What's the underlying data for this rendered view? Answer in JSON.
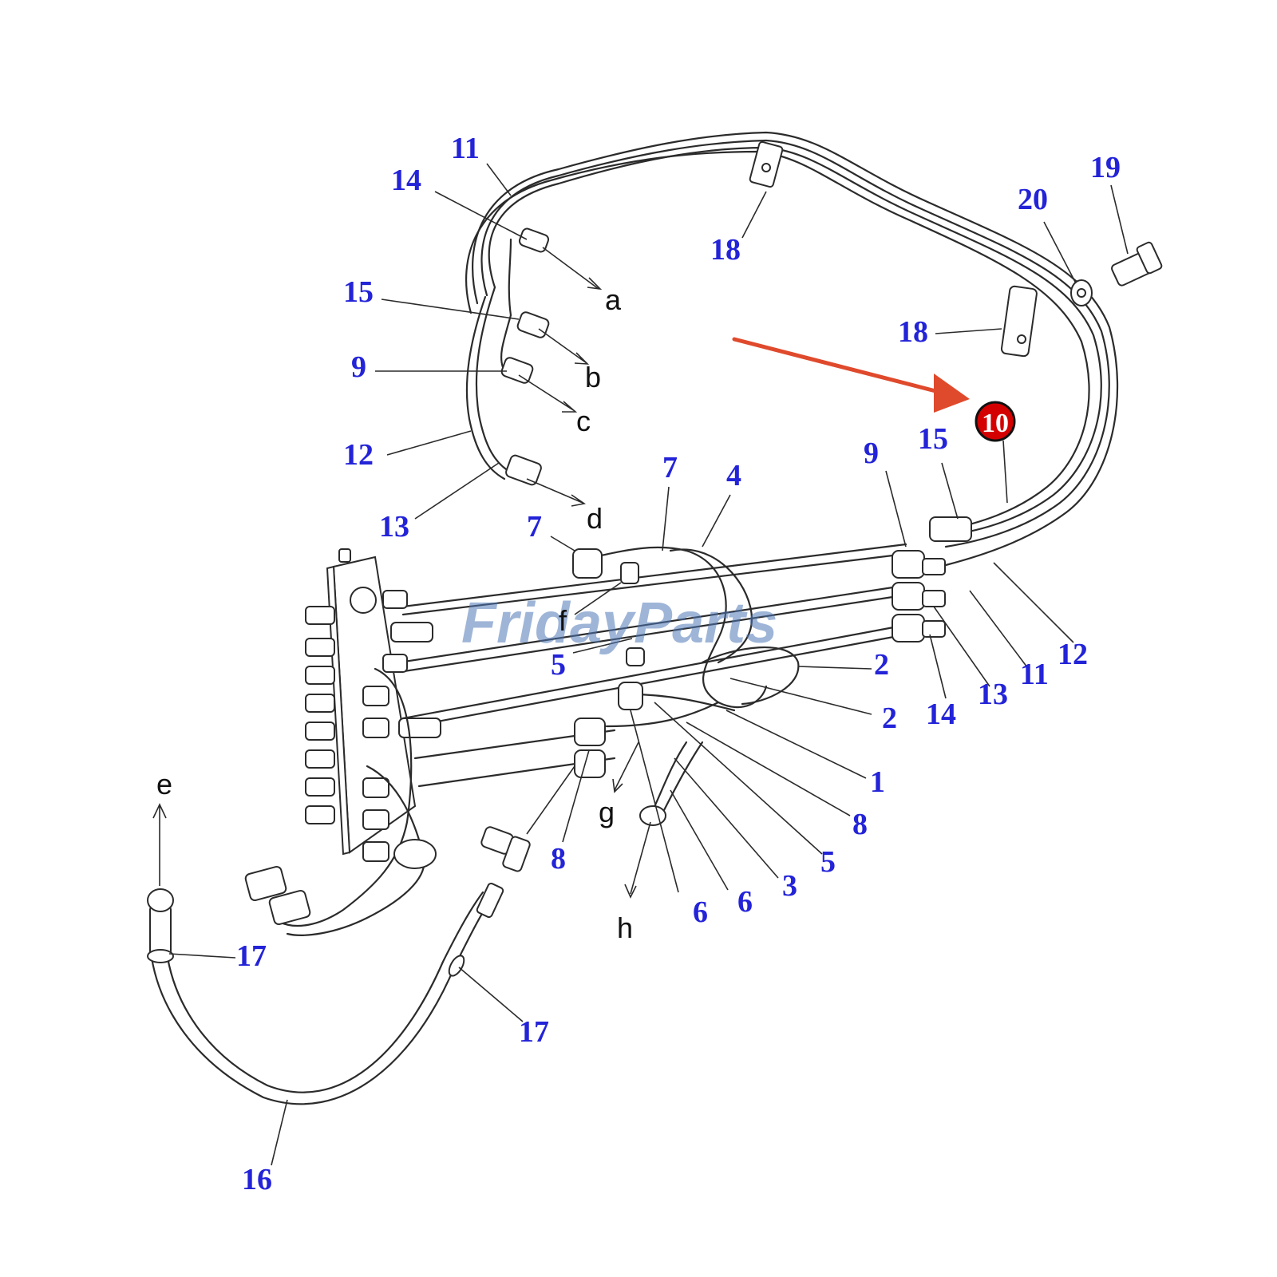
{
  "colors": {
    "callout": "#2323d8",
    "highlight_circle": "#d40000",
    "highlight_outline": "#111111",
    "arrow": "#e04a2c",
    "watermark_blue": "#4f79b8",
    "watermark_orange": "#f0a030",
    "line": "#2b2b2b"
  },
  "watermark": {
    "part1": "Friday",
    "part2": "Parts"
  },
  "highlighted_part": "10",
  "callouts": [
    "11",
    "14",
    "18",
    "20",
    "19",
    "15",
    "a",
    "9",
    "b",
    "c",
    "12",
    "13",
    "d",
    "7",
    "4",
    "7",
    "18",
    "9",
    "15",
    "f",
    "5",
    "2",
    "12",
    "14",
    "13",
    "11",
    "2",
    "1",
    "8",
    "e",
    "g",
    "8",
    "5",
    "3",
    "6",
    "6",
    "h",
    "17",
    "17",
    "16"
  ],
  "part_labels": {
    "p11_top": "11",
    "p14_top": "14",
    "p18_top": "18",
    "p20": "20",
    "p19": "19",
    "p15_left": "15",
    "p9_left": "9",
    "p12_left": "12",
    "p13_left": "13",
    "p7_a": "7",
    "p4": "4",
    "p7_b": "7",
    "p18_right": "18",
    "p9_right": "9",
    "p15_right": "15",
    "p5_mid": "5",
    "p2_a": "2",
    "p2_b": "2",
    "p12_right": "12",
    "p14_right": "14",
    "p13_right": "13",
    "p11_right": "11",
    "p1": "1",
    "p8_right": "8",
    "p8_left": "8",
    "p5_low": "5",
    "p3": "3",
    "p6_a": "6",
    "p6_b": "6",
    "p17_a": "17",
    "p17_b": "17",
    "p16": "16"
  },
  "connector_labels": {
    "a": "a",
    "b": "b",
    "c": "c",
    "d": "d",
    "e": "e",
    "f": "f",
    "g": "g",
    "h": "h"
  }
}
